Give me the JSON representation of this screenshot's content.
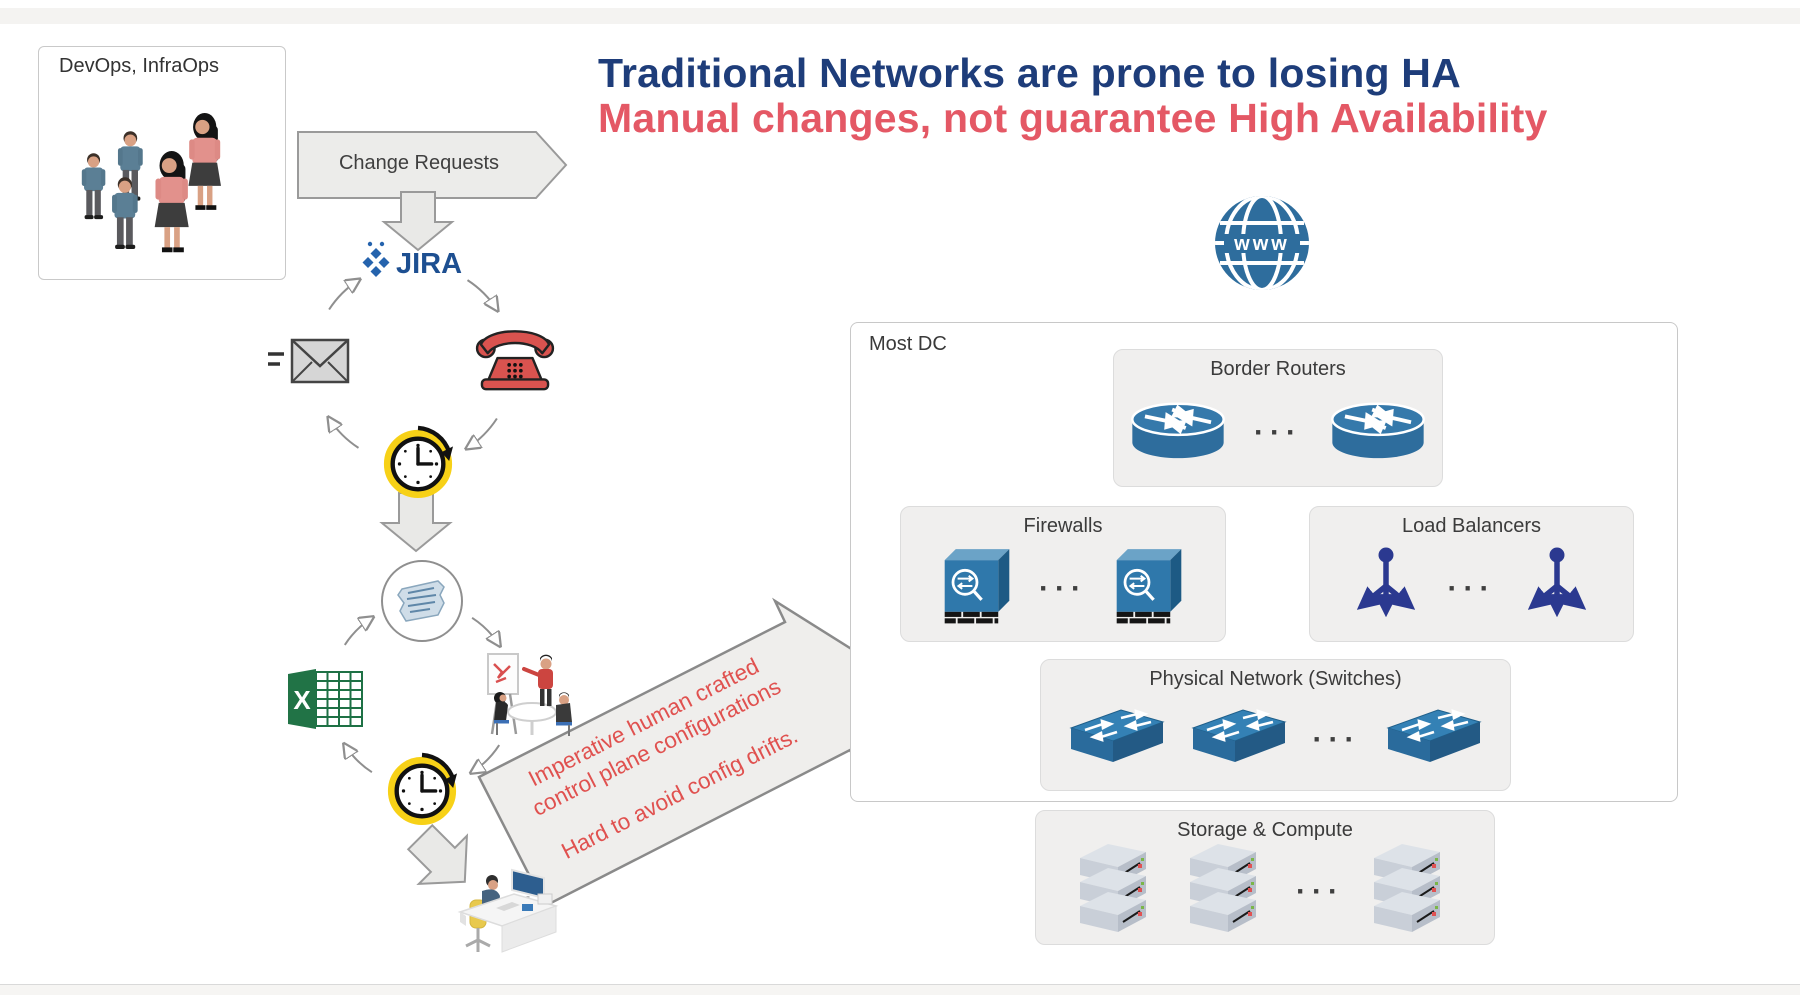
{
  "slide": {
    "title": "Traditional Networks are prone to losing HA",
    "subtitle": "Manual changes, not guarantee High Availability"
  },
  "devops": {
    "label": "DevOps, InfraOps"
  },
  "flow": {
    "change_requests_label": "Change Requests",
    "jira_label": "JIRA",
    "excel_label": "X",
    "callout": {
      "line1": "Imperative human crafted",
      "line2": "control plane configurations",
      "line3": "Hard to avoid config drifts."
    }
  },
  "datacenter": {
    "label": "Most DC",
    "www_label": "www",
    "ellipsis": "···",
    "groups": [
      {
        "label": "Border Routers"
      },
      {
        "label": "Firewalls"
      },
      {
        "label": "Load Balancers"
      },
      {
        "label": "Physical Network (Switches)"
      },
      {
        "label": "Storage & Compute"
      }
    ]
  },
  "icons": {
    "people_group": "people-group-icon",
    "jira": "jira-logo-icon",
    "phone": "phone-icon",
    "clock": "clock-icon",
    "email": "email-icon",
    "scroll": "scroll-icon",
    "excel": "excel-icon",
    "meeting": "meeting-icon",
    "desk_worker": "desk-worker-icon",
    "globe": "www-globe-icon",
    "router": "router-icon",
    "firewall": "firewall-icon",
    "load_balancer": "load-balancer-icon",
    "switch": "switch-icon",
    "server": "server-stack-icon"
  },
  "colors": {
    "title_navy": "#1e3d7a",
    "subtitle_red": "#e45865",
    "callout_red": "#e0514f",
    "device_blue": "#2e6d9d",
    "load_balancer_navy": "#2b3990",
    "excel_green": "#217346",
    "phone_red": "#d9534f",
    "clock_yellow": "#f7d117",
    "panel_grey": "#f0efee"
  }
}
